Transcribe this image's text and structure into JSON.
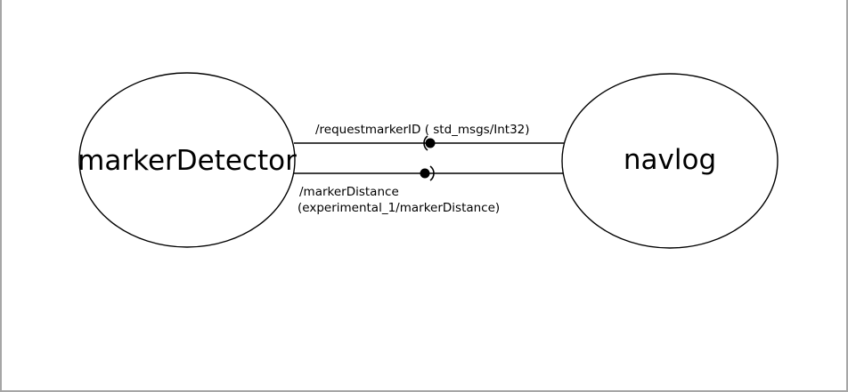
{
  "diagram": {
    "nodes": [
      {
        "id": "markerDetector",
        "label": "markerDetector"
      },
      {
        "id": "navlog",
        "label": "navlog"
      }
    ],
    "edges": [
      {
        "id": "requestmarkerID",
        "from": "navlog",
        "to": "markerDetector",
        "label": "/requestmarkerID ( std_msgs/Int32)"
      },
      {
        "id": "markerDistance",
        "from": "markerDetector",
        "to": "navlog",
        "label_line1": "/markerDistance",
        "label_line2": "(experimental_1/markerDistance)"
      }
    ]
  },
  "colors": {
    "stroke": "#000000",
    "background": "#ffffff",
    "page_border": "#a6a6a6"
  }
}
